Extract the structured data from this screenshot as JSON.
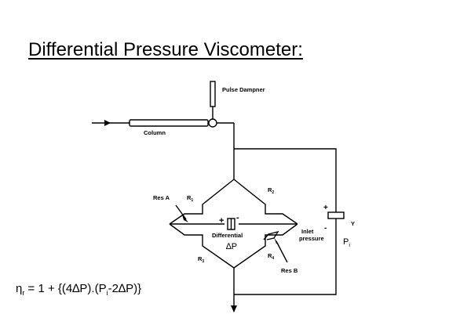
{
  "slide": {
    "title": "Differential Pressure Viscometer:"
  },
  "diagram": {
    "labels": {
      "pulse_dampner": "Pulse Dampner",
      "column": "Column",
      "r1": "R",
      "r1_sub": "1",
      "r2": "R",
      "r2_sub": "2",
      "r3": "R",
      "r3_sub": "3",
      "r4": "R",
      "r4_sub": "4",
      "res_a": "Res A",
      "res_b": "Res B",
      "plus_left": "+",
      "minus_left": "-",
      "differential": "Differential",
      "delta_p": "∆P",
      "inlet": "Inlet",
      "pressure": "pressure",
      "plus_right": "+",
      "minus_right": "-",
      "y": "Y",
      "p_i": "P",
      "p_i_sub": "i"
    }
  },
  "formula": {
    "eta": "η",
    "eta_sub": "r",
    "mid": " =  1 + {(4∆P).(P",
    "pi_sub": "i",
    "end": "-2∆P)}"
  },
  "colors": {
    "line": "#000000",
    "background": "#ffffff"
  }
}
